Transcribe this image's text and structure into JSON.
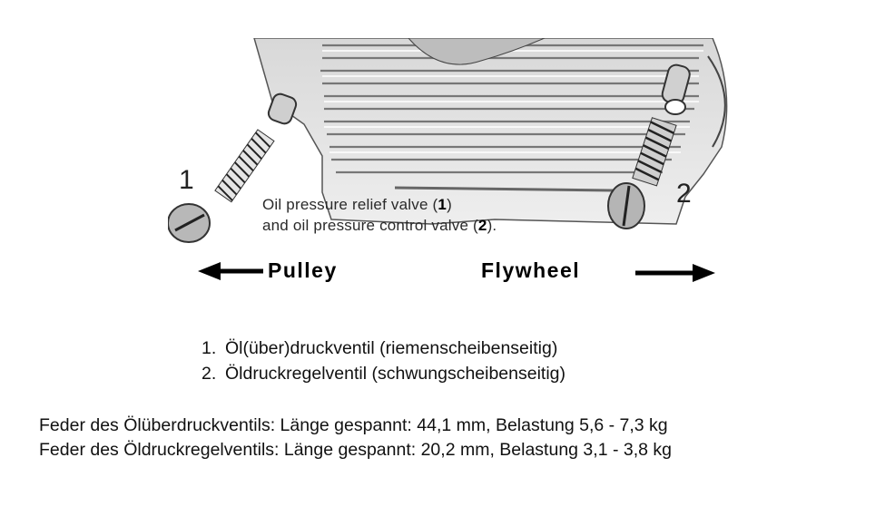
{
  "figure": {
    "label_1": "1",
    "label_2": "2",
    "caption_line1_prefix": "Oil pressure relief valve (",
    "caption_line1_num": "1",
    "caption_line1_suffix": ")",
    "caption_line2_prefix": "and oil pressure control valve (",
    "caption_line2_num": "2",
    "caption_line2_suffix": ").",
    "left_direction": "Pulley",
    "right_direction": "Flywheel"
  },
  "list": [
    {
      "num": "1.",
      "text": "Öl(über)druckventil (riemenscheibenseitig)"
    },
    {
      "num": "2.",
      "text": "Öldruckregelventil (schwungscheibenseitig)"
    }
  ],
  "specs": [
    "Feder des Ölüberdruckventils: Länge gespannt: 44,1 mm, Belastung 5,6 - 7,3 kg",
    "Feder des Öldruckregelventils: Länge gespannt: 20,2 mm, Belastung 3,1 - 3,8 kg"
  ]
}
